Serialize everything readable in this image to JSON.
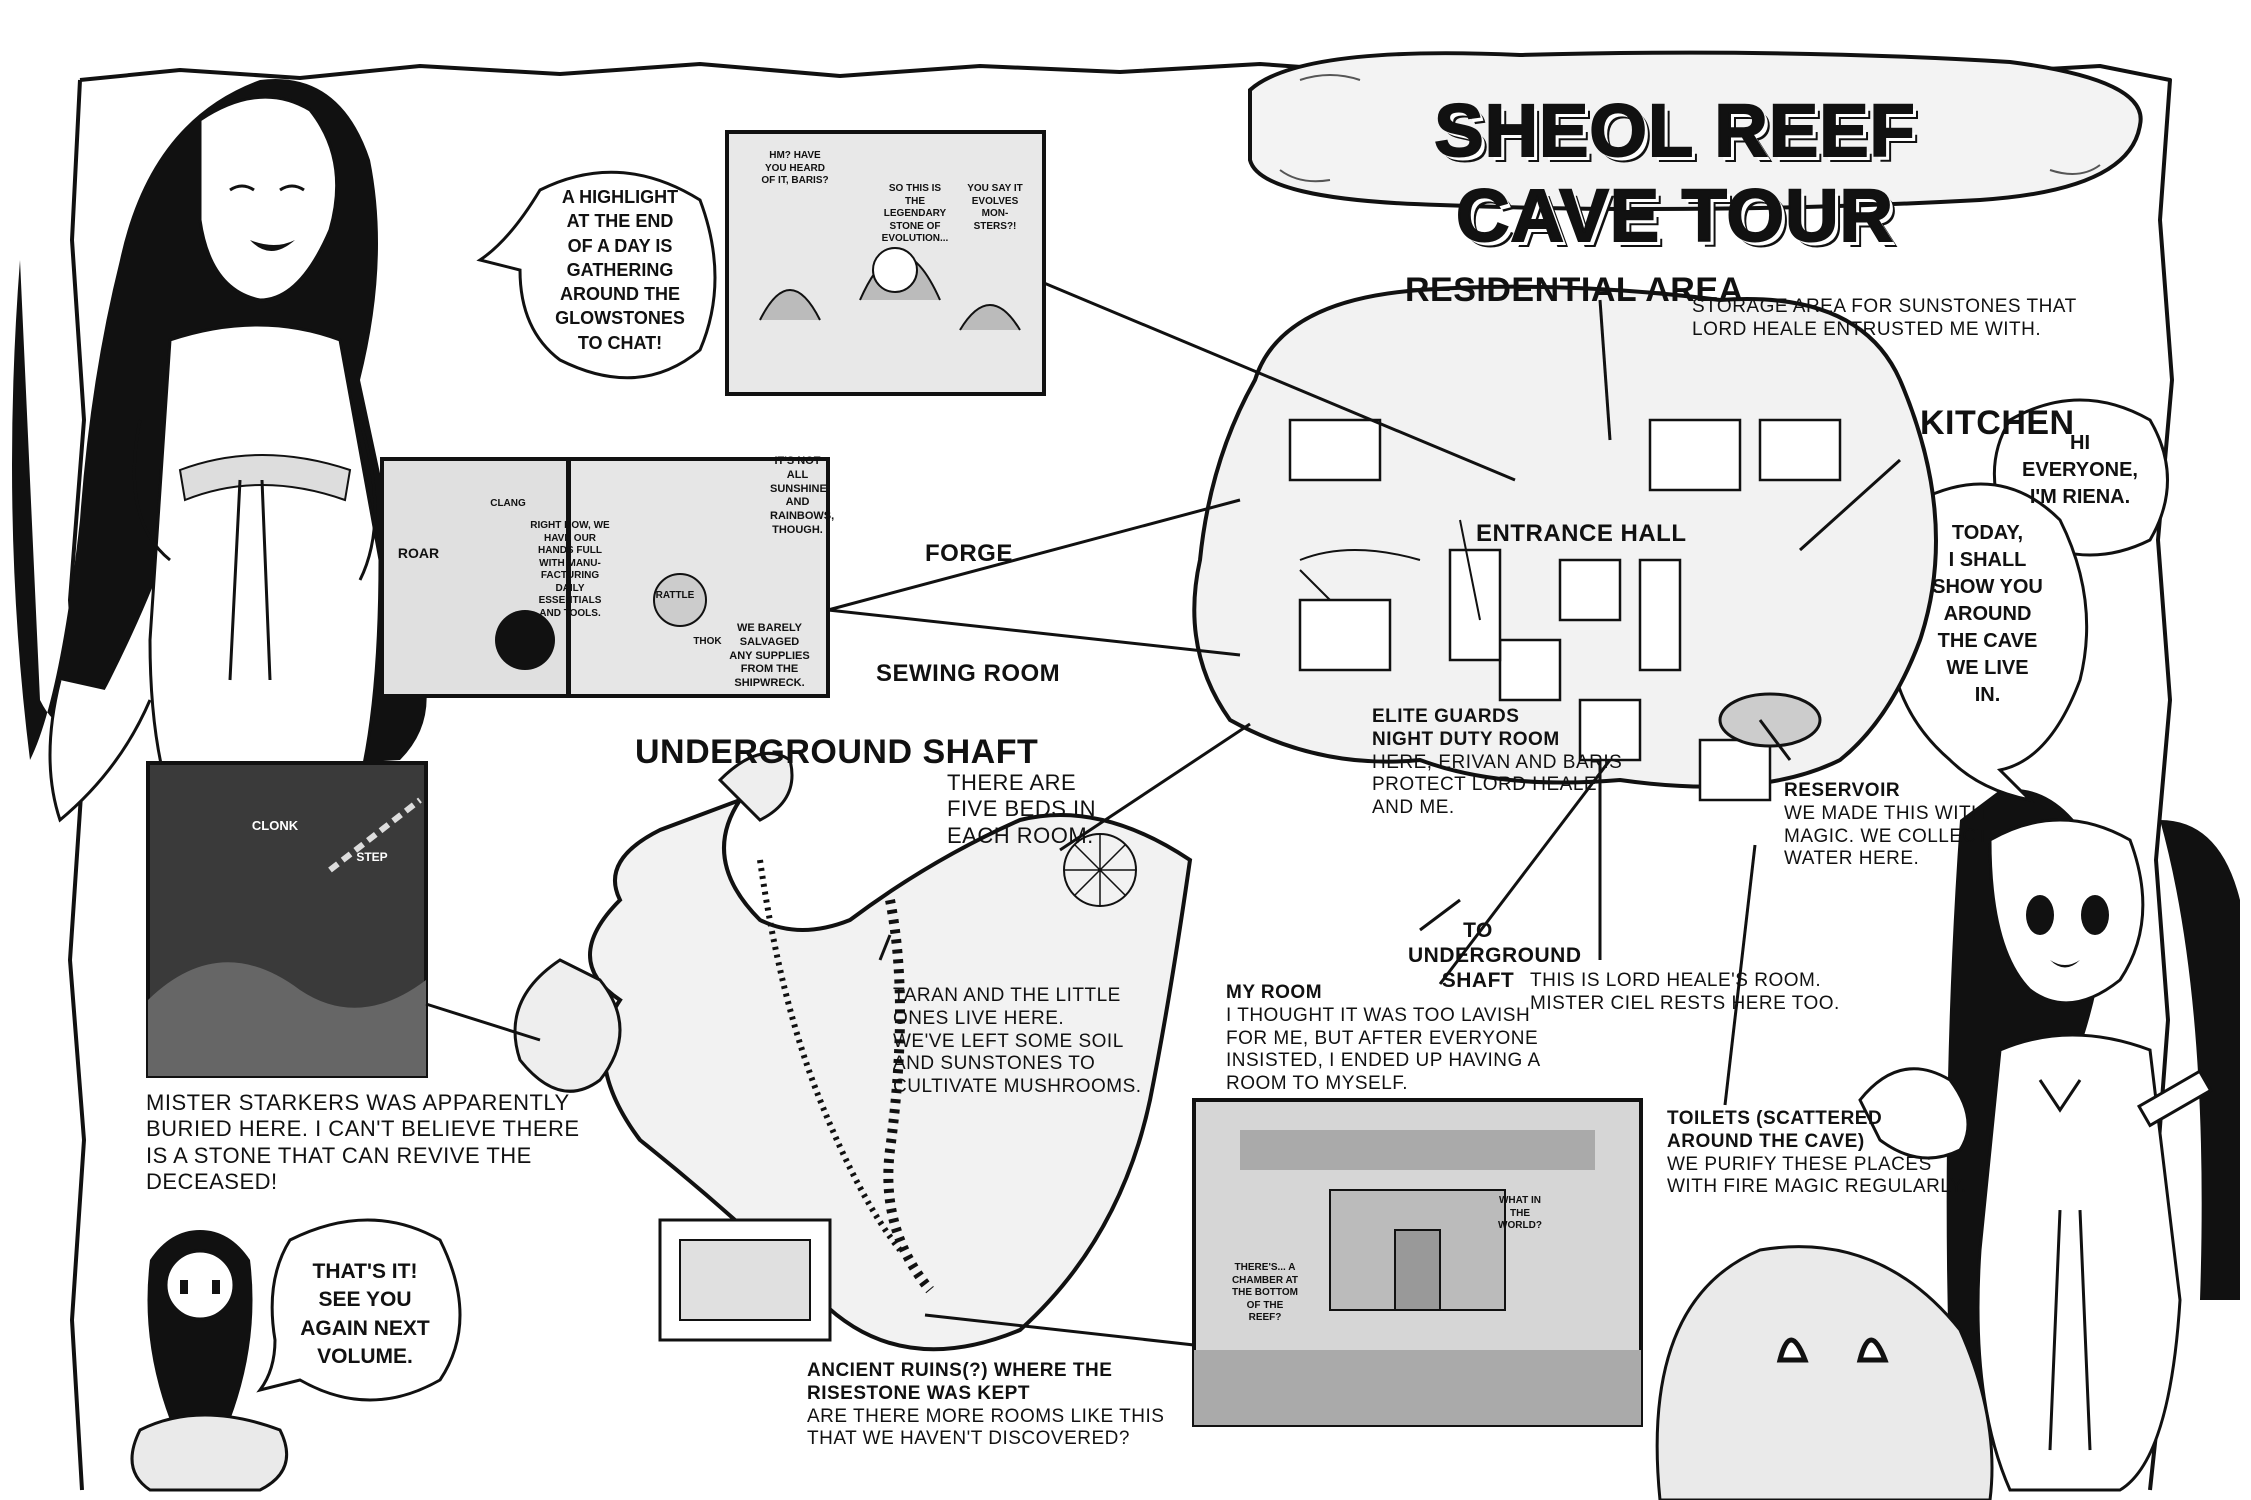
{
  "title": "SHEOL REEF CAVE TOUR",
  "areas": {
    "residential": "RESIDENTIAL AREA",
    "underground_shaft": "UNDERGROUND SHAFT",
    "kitchen": "KITCHEN",
    "forge": "FORGE",
    "sewing_room": "SEWING ROOM",
    "entrance_hall": "ENTRANCE HALL",
    "to_shaft_1": "TO",
    "to_shaft_2": "UNDERGROUND",
    "to_shaft_3": "SHAFT"
  },
  "annotations": {
    "storage_1": "STORAGE AREA FOR SUNSTONES THAT",
    "storage_2": "LORD HEALE ENTRUSTED ME WITH.",
    "five_beds_1": "THERE ARE",
    "five_beds_2": "FIVE BEDS IN",
    "five_beds_3": "EACH ROOM.",
    "elite_1": "ELITE GUARDS",
    "elite_2": "NIGHT DUTY ROOM",
    "elite_3": "HERE, ERIVAN AND BARIS",
    "elite_4": "PROTECT LORD HEALE",
    "elite_5": "AND ME.",
    "reservoir_1": "RESERVOIR",
    "reservoir_2": "WE MADE THIS WITH",
    "reservoir_3": "MAGIC. WE COLLECT",
    "reservoir_4": "WATER HERE.",
    "myroom_1": "MY ROOM",
    "myroom_2": "I THOUGHT IT WAS TOO LAVISH",
    "myroom_3": "FOR ME, BUT AFTER EVERYONE",
    "myroom_4": "INSISTED, I ENDED UP HAVING A",
    "myroom_5": "ROOM TO MYSELF.",
    "heale_1": "THIS IS LORD HEALE'S ROOM.",
    "heale_2": "MISTER CIEL RESTS HERE TOO.",
    "toilets_1": "TOILETS (SCATTERED",
    "toilets_2": "AROUND THE CAVE)",
    "toilets_3": "WE PURIFY THESE PLACES",
    "toilets_4": "WITH FIRE MAGIC REGULARLY.",
    "taran_1": "TARAN AND THE LITTLE",
    "taran_2": "ONES LIVE HERE.",
    "taran_3": "WE'VE LEFT SOME SOIL",
    "taran_4": "AND SUNSTONES TO",
    "taran_5": "CULTIVATE MUSHROOMS.",
    "starkers_1": "MISTER STARKERS WAS APPARENTLY",
    "starkers_2": "BURIED HERE. I CAN'T BELIEVE THERE",
    "starkers_3": "IS A STONE THAT CAN REVIVE THE",
    "starkers_4": "DECEASED!",
    "ruins_1": "ANCIENT RUINS(?) WHERE THE",
    "ruins_2": "RISESTONE WAS KEPT",
    "ruins_3": "ARE THERE MORE ROOMS LIKE THIS",
    "ruins_4": "THAT WE HAVEN'T DISCOVERED?"
  },
  "bubbles": {
    "glow_1": "A HIGHLIGHT",
    "glow_2": "AT THE END",
    "glow_3": "OF A DAY IS",
    "glow_4": "GATHERING",
    "glow_5": "AROUND THE",
    "glow_6": "GLOWSTONES",
    "glow_7": "TO CHAT!",
    "hi_1": "HI",
    "hi_2": "EVERYONE,",
    "hi_3": "I'M RIENA.",
    "today_1": "TODAY,",
    "today_2": "I SHALL",
    "today_3": "SHOW YOU",
    "today_4": "AROUND",
    "today_5": "THE CAVE",
    "today_6": "WE LIVE",
    "today_7": "IN.",
    "end_1": "THAT'S IT!",
    "end_2": "SEE YOU",
    "end_3": "AGAIN NEXT",
    "end_4": "VOLUME."
  },
  "panels": {
    "stone_a": "HM? HAVE YOU HEARD OF IT, BARIS?",
    "stone_b": "SO THIS IS THE LEGENDARY STONE OF EVOLUTION...",
    "stone_c": "YOU SAY IT EVOLVES MON-STERS?!",
    "forge_a": "RIGHT NOW, WE HAVE OUR HANDS FULL WITH MANU-FACTURING DAILY ESSENTIALS AND TOOLS.",
    "forge_b": "IT'S NOT ALL SUNSHINE AND RAINBOWS, THOUGH.",
    "forge_c": "WE BARELY SALVAGED ANY SUPPLIES FROM THE SHIPWRECK.",
    "sfx_clang": "CLANG",
    "sfx_roar": "ROAR",
    "sfx_rattle": "RATTLE",
    "sfx_thok": "THOK",
    "sfx_clonk": "CLONK",
    "sfx_step": "STEP",
    "ruins_a": "WHAT IN THE WORLD?",
    "ruins_b": "THERE'S... A CHAMBER AT THE BOTTOM OF THE REEF?"
  }
}
